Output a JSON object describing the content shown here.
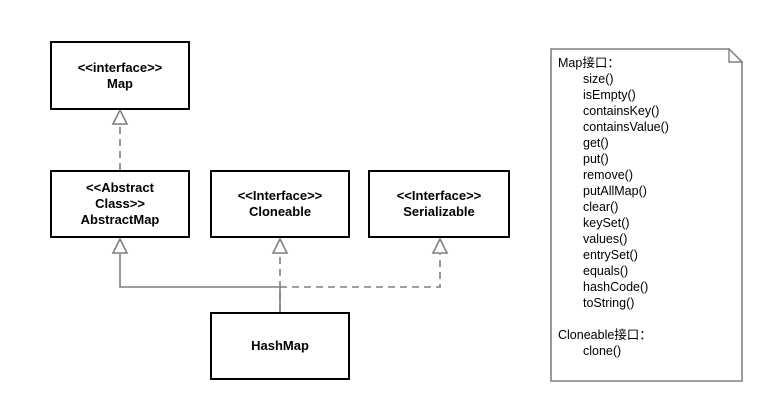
{
  "diagram_type": "uml-class-diagram",
  "classes": [
    {
      "id": "map",
      "lines": [
        "<<interface>>",
        "Map"
      ]
    },
    {
      "id": "abstractmap",
      "lines": [
        "<<Abstract",
        "Class>>",
        "AbstractMap"
      ]
    },
    {
      "id": "cloneable",
      "lines": [
        "<<Interface>>",
        "Cloneable"
      ]
    },
    {
      "id": "serializable",
      "lines": [
        "<<Interface>>",
        "Serializable"
      ]
    },
    {
      "id": "hashmap",
      "lines": [
        "HashMap"
      ]
    }
  ],
  "relationships": [
    {
      "from": "AbstractMap",
      "to": "Map",
      "type": "realization",
      "line": "dashed",
      "arrow": "hollow-triangle"
    },
    {
      "from": "HashMap",
      "to": "AbstractMap",
      "type": "generalization",
      "line": "solid",
      "arrow": "hollow-triangle"
    },
    {
      "from": "HashMap",
      "to": "Cloneable",
      "type": "realization",
      "line": "dashed",
      "arrow": "hollow-triangle"
    },
    {
      "from": "HashMap",
      "to": "Serializable",
      "type": "realization",
      "line": "dashed",
      "arrow": "hollow-triangle"
    }
  ],
  "note": {
    "sections": [
      {
        "title": "Map接口：",
        "methods": [
          "size()",
          "isEmpty()",
          "containsKey()",
          "containsValue()",
          "get()",
          "put()",
          "remove()",
          "putAllMap()",
          "clear()",
          "keySet()",
          "values()",
          "entrySet()",
          "equals()",
          "hashCode()",
          "toString()"
        ]
      },
      {
        "title": "Cloneable接口：",
        "methods": [
          "clone()"
        ]
      }
    ]
  },
  "colors": {
    "background": "#ffffff",
    "box_border": "#000000",
    "box_fill": "#ffffff",
    "box_text": "#000000",
    "connector": "#7f7f7f",
    "note_border": "#808080",
    "note_fill": "#ffffff",
    "note_text": "#000000"
  }
}
